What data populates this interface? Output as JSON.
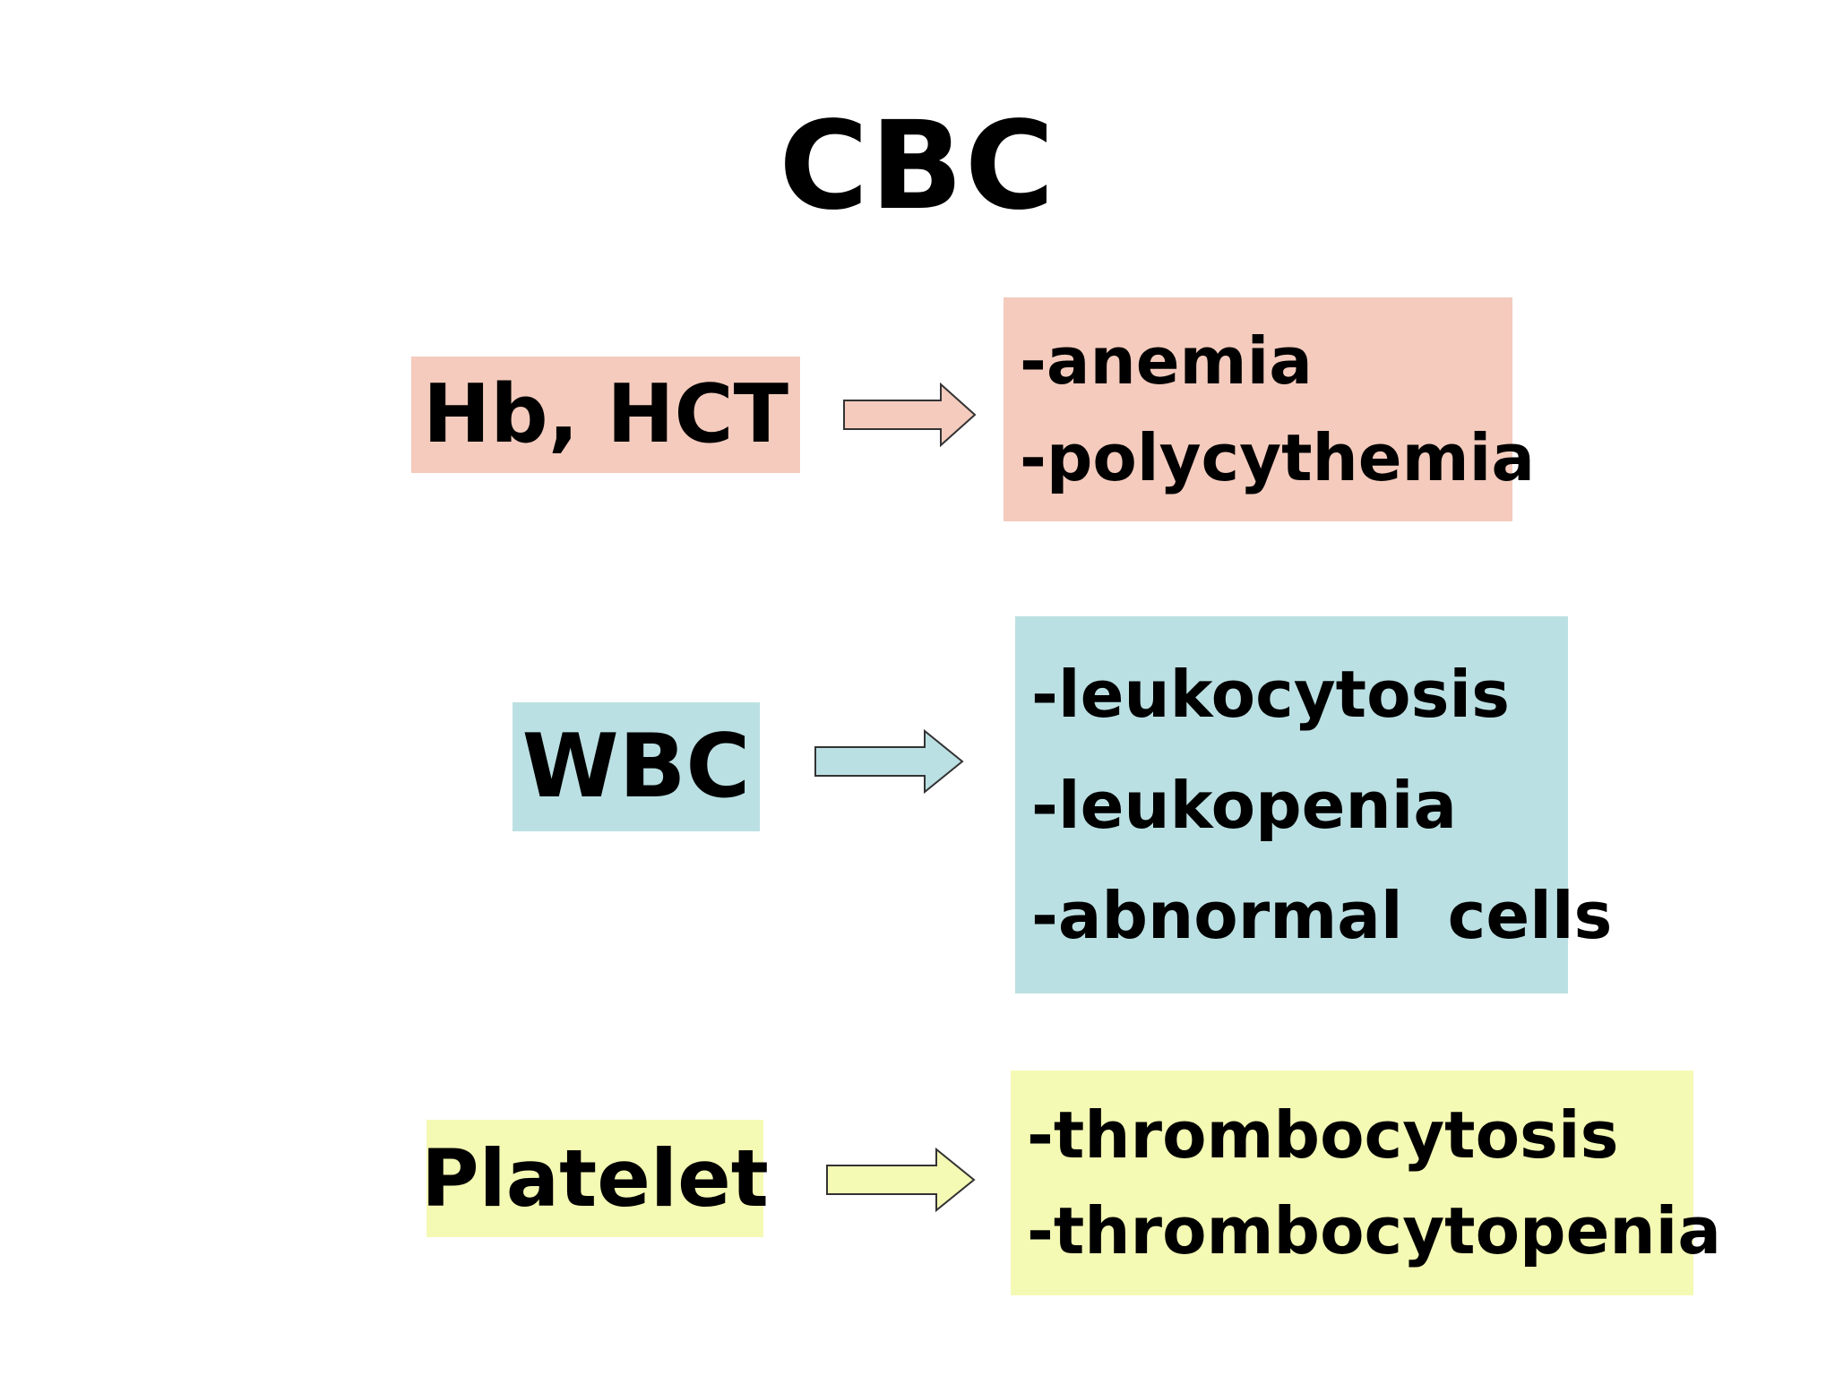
{
  "title": "CBC",
  "rows": [
    {
      "label": "Hb, HCT",
      "color": "#f4cbbd",
      "items": [
        "-anemia",
        "-polycythemia"
      ]
    },
    {
      "label": "WBC",
      "color": "#bbe0e3",
      "items": [
        "-leukocytosis",
        "-leukopenia",
        "-abnormal  cells"
      ]
    },
    {
      "label": "Platelet",
      "color": "#f4f9b3",
      "items": [
        "-thrombocytosis",
        "-thrombocytopenia"
      ]
    }
  ]
}
